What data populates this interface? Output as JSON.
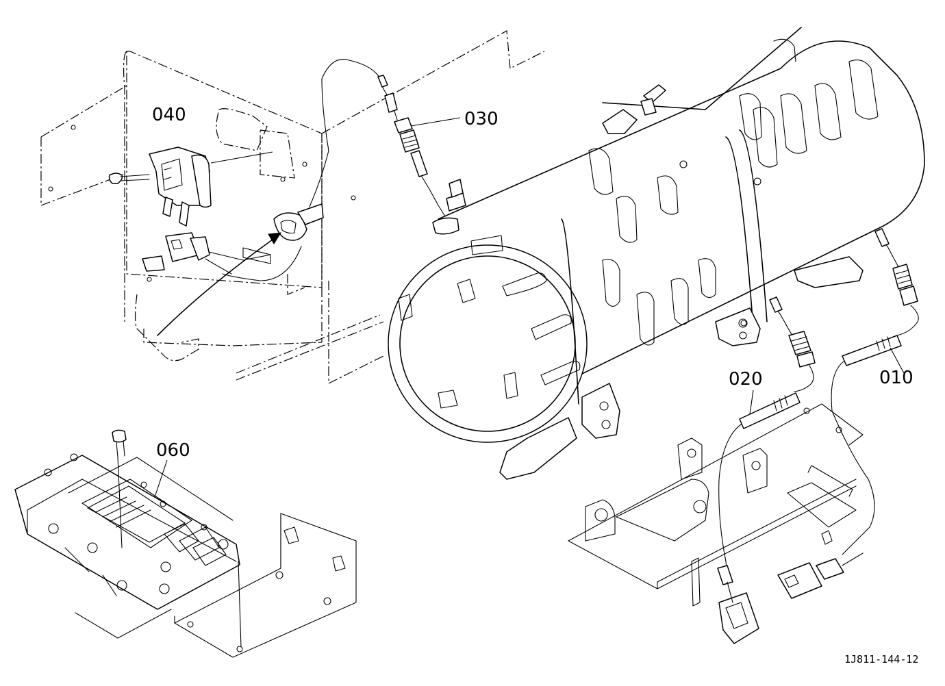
{
  "callouts": {
    "p010": "010",
    "p020": "020",
    "p030": "030",
    "p040": "040",
    "p060": "060"
  },
  "figure_code": "1J811-144-12"
}
